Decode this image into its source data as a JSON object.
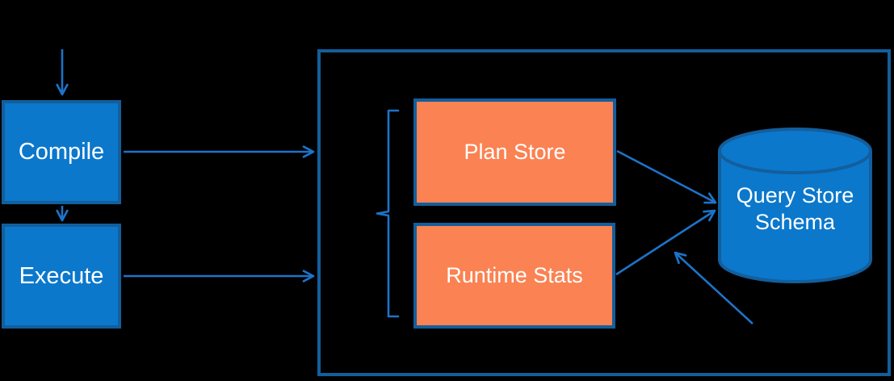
{
  "nodes": {
    "compile": "Compile",
    "execute": "Execute",
    "plan_store": "Plan Store",
    "runtime_stats": "Runtime Stats",
    "schema": "Query Store Schema"
  },
  "icons": {
    "database_cylinder": "query-store-schema-database",
    "grouping_brace": "left-curly-brace",
    "arrowhead": "open-v-arrowhead"
  },
  "colors": {
    "background": "#000000",
    "node_fill_blue": "#0b78cc",
    "node_fill_orange": "#fb8252",
    "node_border": "#135e9c",
    "arrow": "#1d73c9",
    "label_text": "#ffffff"
  }
}
